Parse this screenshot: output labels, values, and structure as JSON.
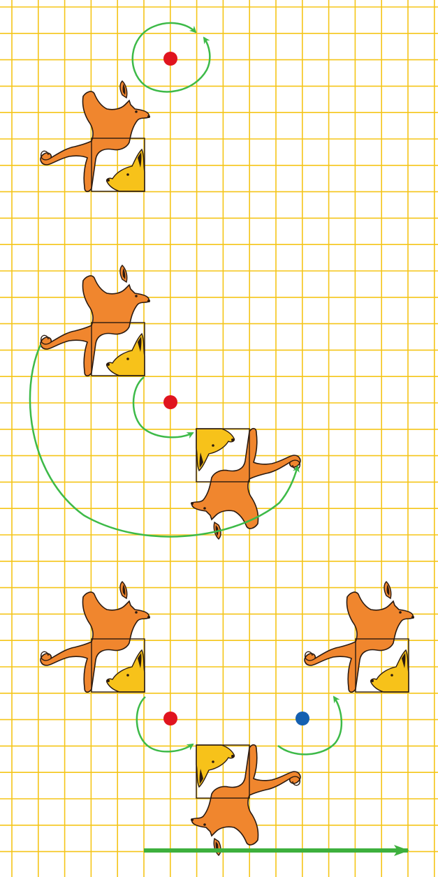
{
  "colors": {
    "grid": "#f5c518",
    "kangaroo_body": "#f0862e",
    "kangaroo_head": "#f7c21a",
    "outline": "#2a1a10",
    "rotation_center": "#e0141e",
    "second_center": "#1560b0",
    "arc": "#3dba48",
    "translation_arrow": "#3db03d"
  },
  "panels": [
    {
      "name": "panel-rotation-demo",
      "tiles": [
        "upright"
      ],
      "centers": [
        "red"
      ],
      "arcs": [
        "full-circle"
      ]
    },
    {
      "name": "panel-half-turn",
      "tiles": [
        "upright",
        "rotated-180"
      ],
      "centers": [
        "red"
      ],
      "arcs": [
        "small-half-turn",
        "large-half-turn"
      ]
    },
    {
      "name": "panel-two-half-turns",
      "tiles": [
        "upright",
        "rotated-180",
        "upright-translated"
      ],
      "centers": [
        "red",
        "blue"
      ],
      "arcs": [
        "half-turn-1",
        "half-turn-2"
      ],
      "translation_arrow": true
    }
  ],
  "icons": [
    "kangaroo-tile-icon",
    "rotation-center-dot",
    "rotation-arc-arrow",
    "translation-arrow"
  ]
}
